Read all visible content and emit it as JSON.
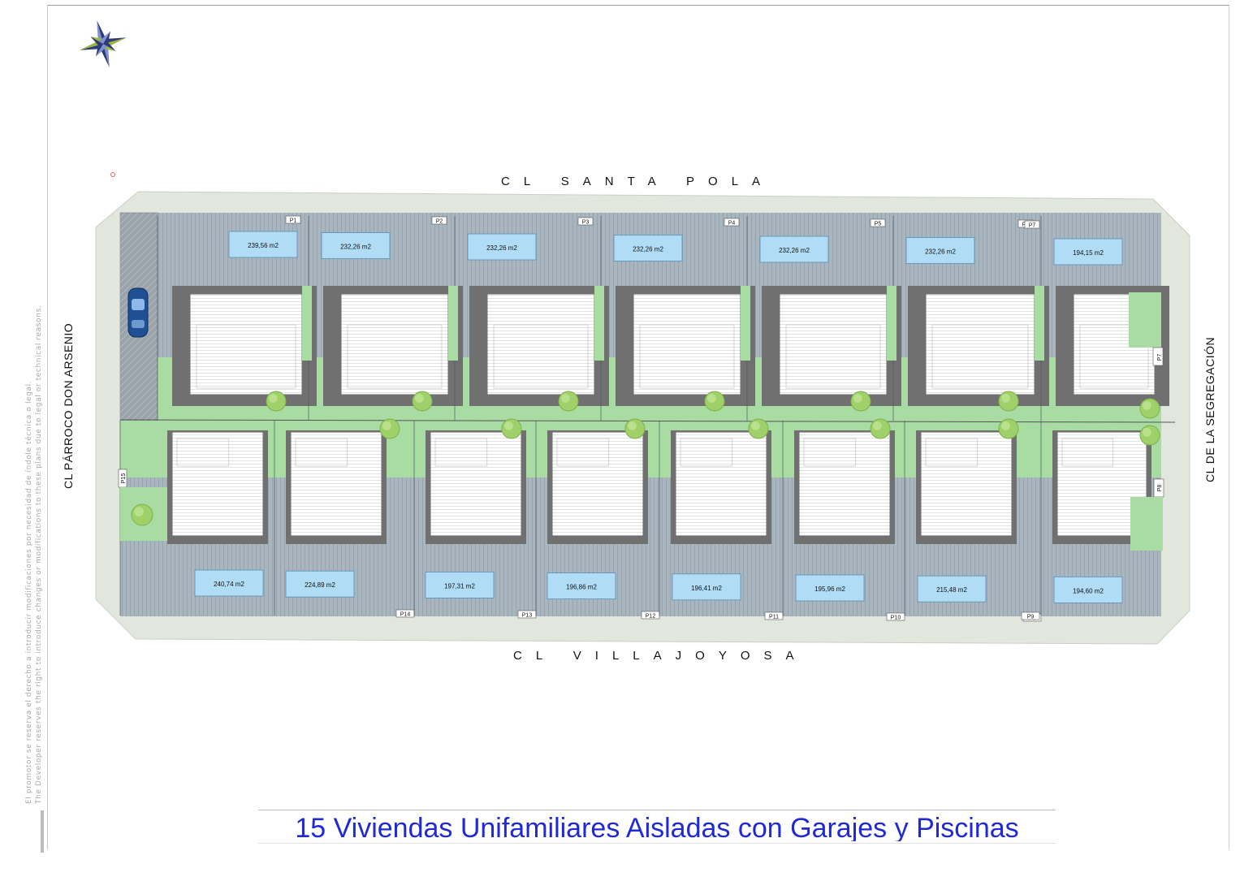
{
  "title": "15 Viviendas Unifamiliares Aisladas con Garajes y Piscinas",
  "disclaimer": {
    "es": "El promotor se reserva el derecho a introducir modificaciones por necesidad de índole técnica o legal.",
    "en": "The Developer reserves the right to introduce changes or modifications to these plans due to legal or technical reasons."
  },
  "streets": {
    "north": "CL SANTA POLA",
    "south": "CL VILLAJOYOSA",
    "west": "CL PÁRROCO DON ARSENIO",
    "east": "CL DE LA SEGREGACIÓN"
  },
  "compass_icon": "compass-rose-icon",
  "car_icon": "car-icon",
  "colors": {
    "sidewalk": "#e2e7dd",
    "paving": "#a9b6c0",
    "garden": "#a8dca2",
    "pool": "#b0dcf5",
    "house": "#ffffff",
    "house_border": "#6f6f6f",
    "car": "#1f4f94",
    "title": "#1f2ad6"
  },
  "plots_top": [
    {
      "id": "P1",
      "area": "239,56 m2"
    },
    {
      "id": "P2",
      "area": "232,26 m2"
    },
    {
      "id": "P3",
      "area": "232,26 m2"
    },
    {
      "id": "P4",
      "area": "232,26 m2"
    },
    {
      "id": "P5",
      "area": "232,26 m2"
    },
    {
      "id": "P6",
      "area": "232,26 m2"
    },
    {
      "id": "P7",
      "area": "194,15 m2"
    }
  ],
  "plots_bottom": [
    {
      "id": "P15",
      "area": "240,74 m2"
    },
    {
      "id": "P14",
      "area": "224,89 m2"
    },
    {
      "id": "P13",
      "area": "197,31 m2"
    },
    {
      "id": "P12",
      "area": "196,86 m2"
    },
    {
      "id": "P11",
      "area": "196,41 m2"
    },
    {
      "id": "P10",
      "area": "195,96 m2"
    },
    {
      "id": "P9",
      "area": "215,48 m2"
    },
    {
      "id": "P8",
      "area": "194,60 m2"
    }
  ]
}
